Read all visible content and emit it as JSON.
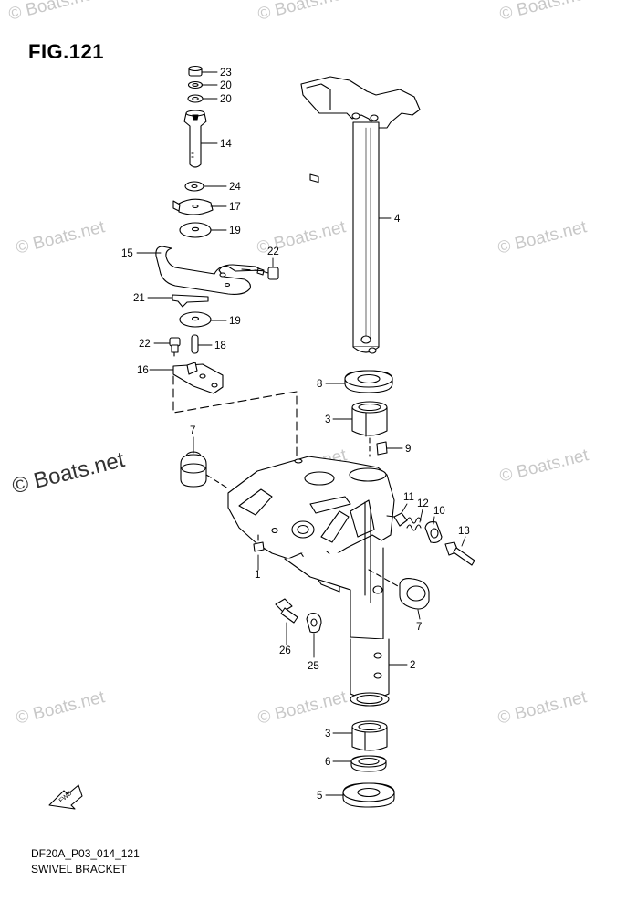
{
  "figure": {
    "title": "FIG.121",
    "model_code": "DF20A_P03_014_121",
    "caption": "SWIVEL BRACKET",
    "fwd_label": "FWD"
  },
  "watermark": {
    "text": "© Boats.net",
    "color": "#c8c8c8",
    "bold_color": "#333333"
  },
  "callouts": [
    "23",
    "20",
    "20",
    "14",
    "24",
    "17",
    "19",
    "15",
    "22",
    "21",
    "19",
    "22",
    "18",
    "16",
    "4",
    "8",
    "3",
    "9",
    "7",
    "11",
    "12",
    "10",
    "13",
    "1",
    "7",
    "26",
    "25",
    "2",
    "3",
    "6",
    "5"
  ]
}
